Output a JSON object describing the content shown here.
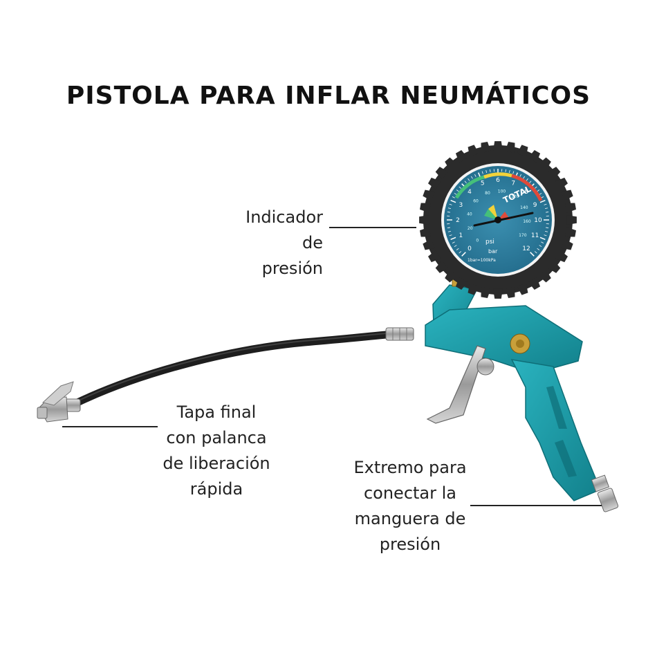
{
  "title": "PISTOLA PARA INFLAR NEUMÁTICOS",
  "gauge": {
    "brand": "TOTAL",
    "psi": "psi",
    "bar": "bar",
    "note": "1bar=100kPa",
    "bar_ticks": [
      "0",
      "1",
      "2",
      "3",
      "4",
      "5",
      "6",
      "7",
      "8",
      "9",
      "10",
      "11",
      "12"
    ],
    "psi_ticks": [
      "0",
      "20",
      "40",
      "60",
      "80",
      "100",
      "120",
      "140",
      "160",
      "170"
    ]
  },
  "labels": {
    "gauge": [
      "Indicador",
      "de presión"
    ],
    "end_cap": [
      "Tapa final",
      "con palanca",
      "de liberación",
      "rápida"
    ],
    "connector": [
      "Extremo para",
      "conectar la",
      "manguera de",
      "presión"
    ]
  },
  "colors": {
    "body_teal": "#1a9aa6",
    "gauge_face": "#2e7fa0",
    "tire_black": "#2a2a2a",
    "brass": "#c9a03a"
  }
}
